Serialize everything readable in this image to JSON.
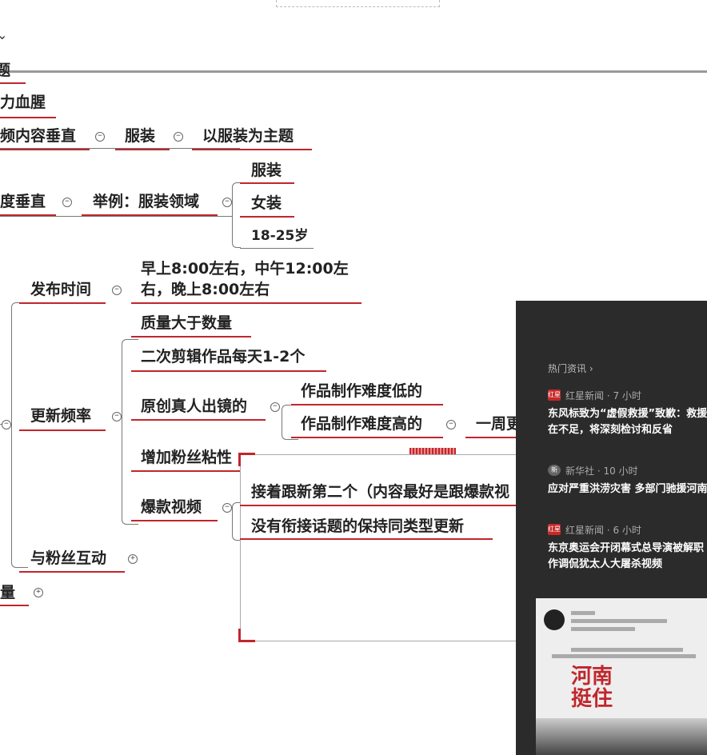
{
  "mindmap": {
    "n_ti": "题",
    "n_power": "力血腥",
    "n_video_vertical": "频内容垂直",
    "n_clothing1": "服装",
    "n_clothing_theme": "以服装为主题",
    "n_degree_vertical": "度垂直",
    "n_example": "举例：服装领域",
    "n_clothing2": "服装",
    "n_women": "女装",
    "n_age": "18-25岁",
    "n_publish_time": "发布时间",
    "n_publish_detail_1": "早上8:00左右，中午12:00左",
    "n_publish_detail_2": "右，晚上8:00左右",
    "n_quality": "质量大于数量",
    "n_second_edit": "二次剪辑作品每天1-2个",
    "n_update_freq": "更新频率",
    "n_original": "原创真人出镜的",
    "n_low_diff": "作品制作难度低的",
    "n_high_diff": "作品制作难度高的",
    "n_weekly": "一周更",
    "n_fan_stick": "增加粉丝粘性",
    "n_viral": "爆款视频",
    "n_follow": "接着跟新第二个（内容最好是跟爆款视",
    "n_no_topic": "没有衔接话题的保持同类型更新",
    "n_interact": "与粉丝互动",
    "n_amount": "量"
  },
  "news_panel": {
    "header": "热门资讯 ›",
    "items": [
      {
        "source": "红星新闻 · 7 小时",
        "logo": "红星",
        "title1": "东风标致为“虚假救援”致歉：救援",
        "title2": "在不足，将深刻检讨和反省"
      },
      {
        "source": "新华社 · 10 小时",
        "logo": "新",
        "title1": "应对严重洪涝灾害 多部门驰援河南",
        "title2": ""
      },
      {
        "source": "红星新闻 · 6 小时",
        "logo": "红星",
        "title1": "东京奥运会开闭幕式总导演被解职",
        "title2": "作调侃犹太人大屠杀视频"
      }
    ],
    "card": {
      "headline_1": "河南",
      "headline_2": "挺住"
    }
  },
  "colors": {
    "accent": "#c0262c",
    "panel_bg": "#2b2b2b"
  }
}
